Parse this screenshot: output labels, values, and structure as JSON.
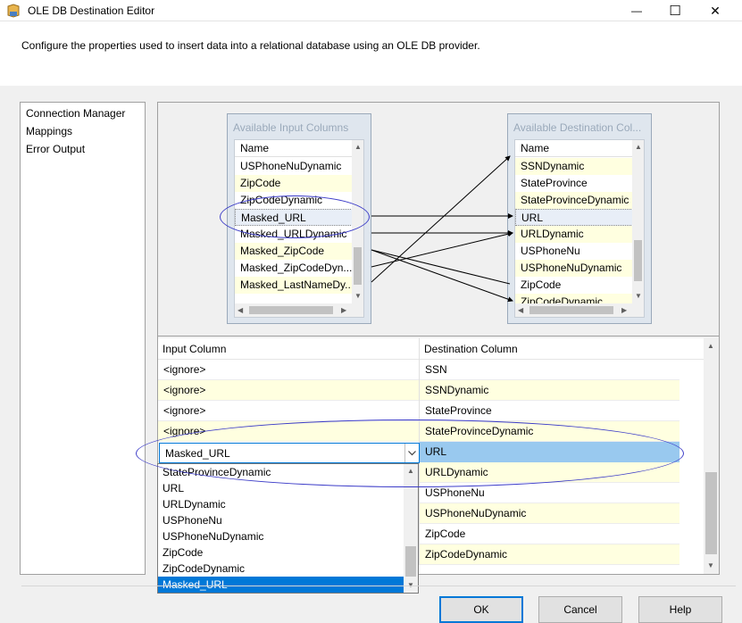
{
  "window": {
    "title": "OLE DB Destination Editor",
    "minimize_glyph": "—",
    "maximize_glyph": "☐",
    "close_glyph": "✕"
  },
  "description": "Configure the properties used to insert data into a relational database using an OLE DB provider.",
  "nav": {
    "items": [
      {
        "label": "Connection Manager"
      },
      {
        "label": "Mappings"
      },
      {
        "label": "Error Output"
      }
    ]
  },
  "input_columns": {
    "caption": "Available Input Columns",
    "header": "Name",
    "rows": [
      {
        "label": "USPhoneNuDynamic"
      },
      {
        "label": "ZipCode"
      },
      {
        "label": "ZipCodeDynamic"
      },
      {
        "label": "Masked_URL"
      },
      {
        "label": "Masked_URLDynamic"
      },
      {
        "label": "Masked_ZipCode"
      },
      {
        "label": "Masked_ZipCodeDyn..."
      },
      {
        "label": "Masked_LastNameDy..."
      }
    ]
  },
  "destination_columns": {
    "caption": "Available Destination Col...",
    "header": "Name",
    "rows": [
      {
        "label": "SSNDynamic"
      },
      {
        "label": "StateProvince"
      },
      {
        "label": "StateProvinceDynamic"
      },
      {
        "label": "URL"
      },
      {
        "label": "URLDynamic"
      },
      {
        "label": "USPhoneNu"
      },
      {
        "label": "USPhoneNuDynamic"
      },
      {
        "label": "ZipCode"
      },
      {
        "label": "ZipCodeDynamic"
      }
    ]
  },
  "grid": {
    "col_input": "Input Column",
    "col_dest": "Destination Column",
    "rows": [
      {
        "input": "<ignore>",
        "dest": "SSN"
      },
      {
        "input": "<ignore>",
        "dest": "SSNDynamic"
      },
      {
        "input": "<ignore>",
        "dest": "StateProvince"
      },
      {
        "input": "<ignore>",
        "dest": "StateProvinceDynamic"
      },
      {
        "input": "Masked_URL",
        "dest": "URL"
      },
      {
        "input": "",
        "dest": "URLDynamic"
      },
      {
        "input": "",
        "dest": "USPhoneNu"
      },
      {
        "input": "",
        "dest": "USPhoneNuDynamic"
      },
      {
        "input": "",
        "dest": "ZipCode"
      },
      {
        "input": "",
        "dest": "ZipCodeDynamic"
      }
    ],
    "combo_value": "Masked_URL"
  },
  "dropdown": {
    "items": [
      {
        "label": "StateProvinceDynamic"
      },
      {
        "label": "URL"
      },
      {
        "label": "URLDynamic"
      },
      {
        "label": "USPhoneNu"
      },
      {
        "label": "USPhoneNuDynamic"
      },
      {
        "label": "ZipCode"
      },
      {
        "label": "ZipCodeDynamic"
      },
      {
        "label": "Masked_URL"
      }
    ],
    "highlighted": "Masked_URL"
  },
  "buttons": {
    "ok": "OK",
    "cancel": "Cancel",
    "help": "Help"
  },
  "colors": {
    "accent": "#0078d7",
    "mapped_row": "#ffffe0",
    "annotation": "#3c3cc8"
  },
  "icons": {
    "title": "ssis-destination-icon",
    "scroll_up": "chevron-up-icon",
    "scroll_down": "chevron-down-icon",
    "scroll_left": "chevron-left-icon",
    "scroll_right": "chevron-right-icon"
  }
}
